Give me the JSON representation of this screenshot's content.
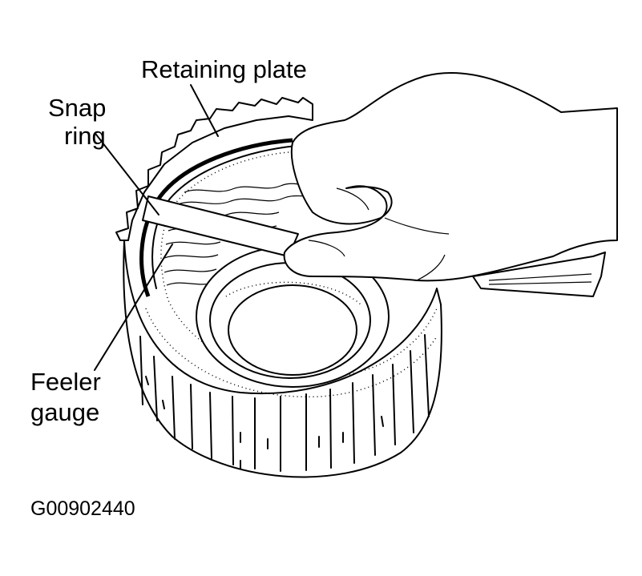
{
  "labels": {
    "retaining_plate": "Retaining plate",
    "snap_line1": "Snap",
    "snap_line2": "ring",
    "feeler_line1": "Feeler",
    "feeler_line2": "gauge",
    "figure_code": "G00902440"
  },
  "colors": {
    "ink": "#000000",
    "paper": "#ffffff"
  }
}
